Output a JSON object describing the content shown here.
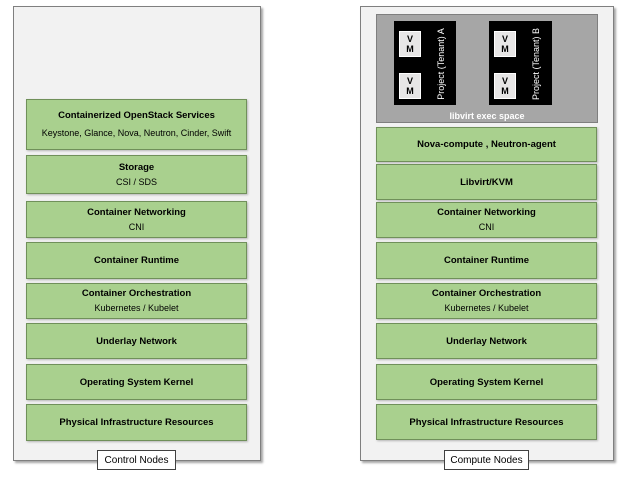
{
  "control": {
    "caption": "Control Nodes",
    "layers": [
      {
        "title": "Containerized OpenStack Services",
        "sub": "Keystone, Glance, Nova, Neutron, Cinder, Swift"
      },
      {
        "title": "Storage",
        "sub": "CSI / SDS"
      },
      {
        "title": "Container Networking",
        "sub": "CNI"
      },
      {
        "title": "Container Runtime",
        "sub": ""
      },
      {
        "title": "Container Orchestration",
        "sub": "Kubernetes / Kubelet"
      },
      {
        "title": "Underlay Network",
        "sub": ""
      },
      {
        "title": "Operating System Kernel",
        "sub": ""
      },
      {
        "title": "Physical Infrastructure Resources",
        "sub": ""
      }
    ]
  },
  "compute": {
    "caption": "Compute Nodes",
    "libvirt_label": "libvirt exec space",
    "projects": [
      {
        "label": "Project (Tenant) A",
        "vms": [
          [
            "V",
            "M"
          ],
          [
            "V",
            "M"
          ]
        ]
      },
      {
        "label": "Project (Tenant) B",
        "vms": [
          [
            "V",
            "M"
          ],
          [
            "V",
            "M"
          ]
        ]
      }
    ],
    "layers": [
      {
        "title": "Nova-compute , Neutron-agent",
        "sub": ""
      },
      {
        "title": "Libvirt/KVM",
        "sub": ""
      },
      {
        "title": "Container Networking",
        "sub": "CNI"
      },
      {
        "title": "Container Runtime",
        "sub": ""
      },
      {
        "title": "Container Orchestration",
        "sub": "Kubernetes / Kubelet"
      },
      {
        "title": "Underlay Network",
        "sub": ""
      },
      {
        "title": "Operating System Kernel",
        "sub": ""
      },
      {
        "title": "Physical Infrastructure Resources",
        "sub": ""
      }
    ]
  }
}
